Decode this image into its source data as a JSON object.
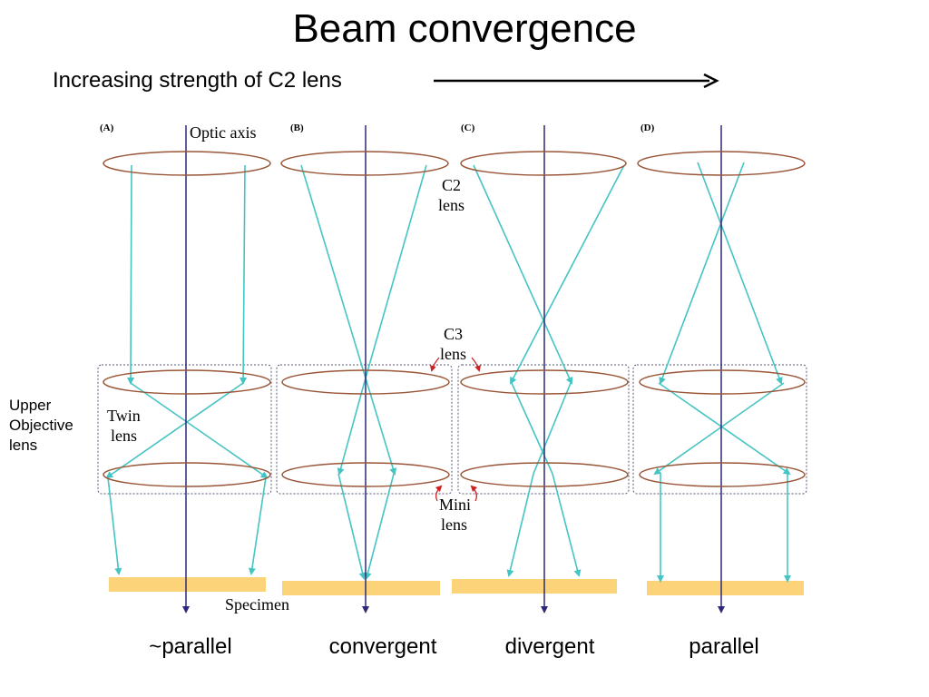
{
  "title": "Beam convergence",
  "subtitle": "Increasing strength of C2 lens",
  "side_label": [
    "Upper",
    "Objective",
    "lens"
  ],
  "panels": [
    {
      "letter": "(A)",
      "caption": "~parallel"
    },
    {
      "letter": "(B)",
      "caption": "convergent"
    },
    {
      "letter": "(C)",
      "caption": "divergent"
    },
    {
      "letter": "(D)",
      "caption": "parallel"
    }
  ],
  "figure_labels": {
    "optic_axis": "Optic axis",
    "c2_lens": [
      "C2",
      "lens"
    ],
    "twin_lens": [
      "Twin",
      "lens"
    ],
    "c3_lens": [
      "C3",
      "lens"
    ],
    "mini_lens": [
      "Mini",
      "lens"
    ],
    "specimen": "Specimen"
  },
  "colors": {
    "lens": "#9a5638",
    "axis": "#2c2a78",
    "ray": "#45c4c4",
    "specimen": "#fdd37a",
    "pointer": "#cc2222",
    "box": "#555577"
  }
}
